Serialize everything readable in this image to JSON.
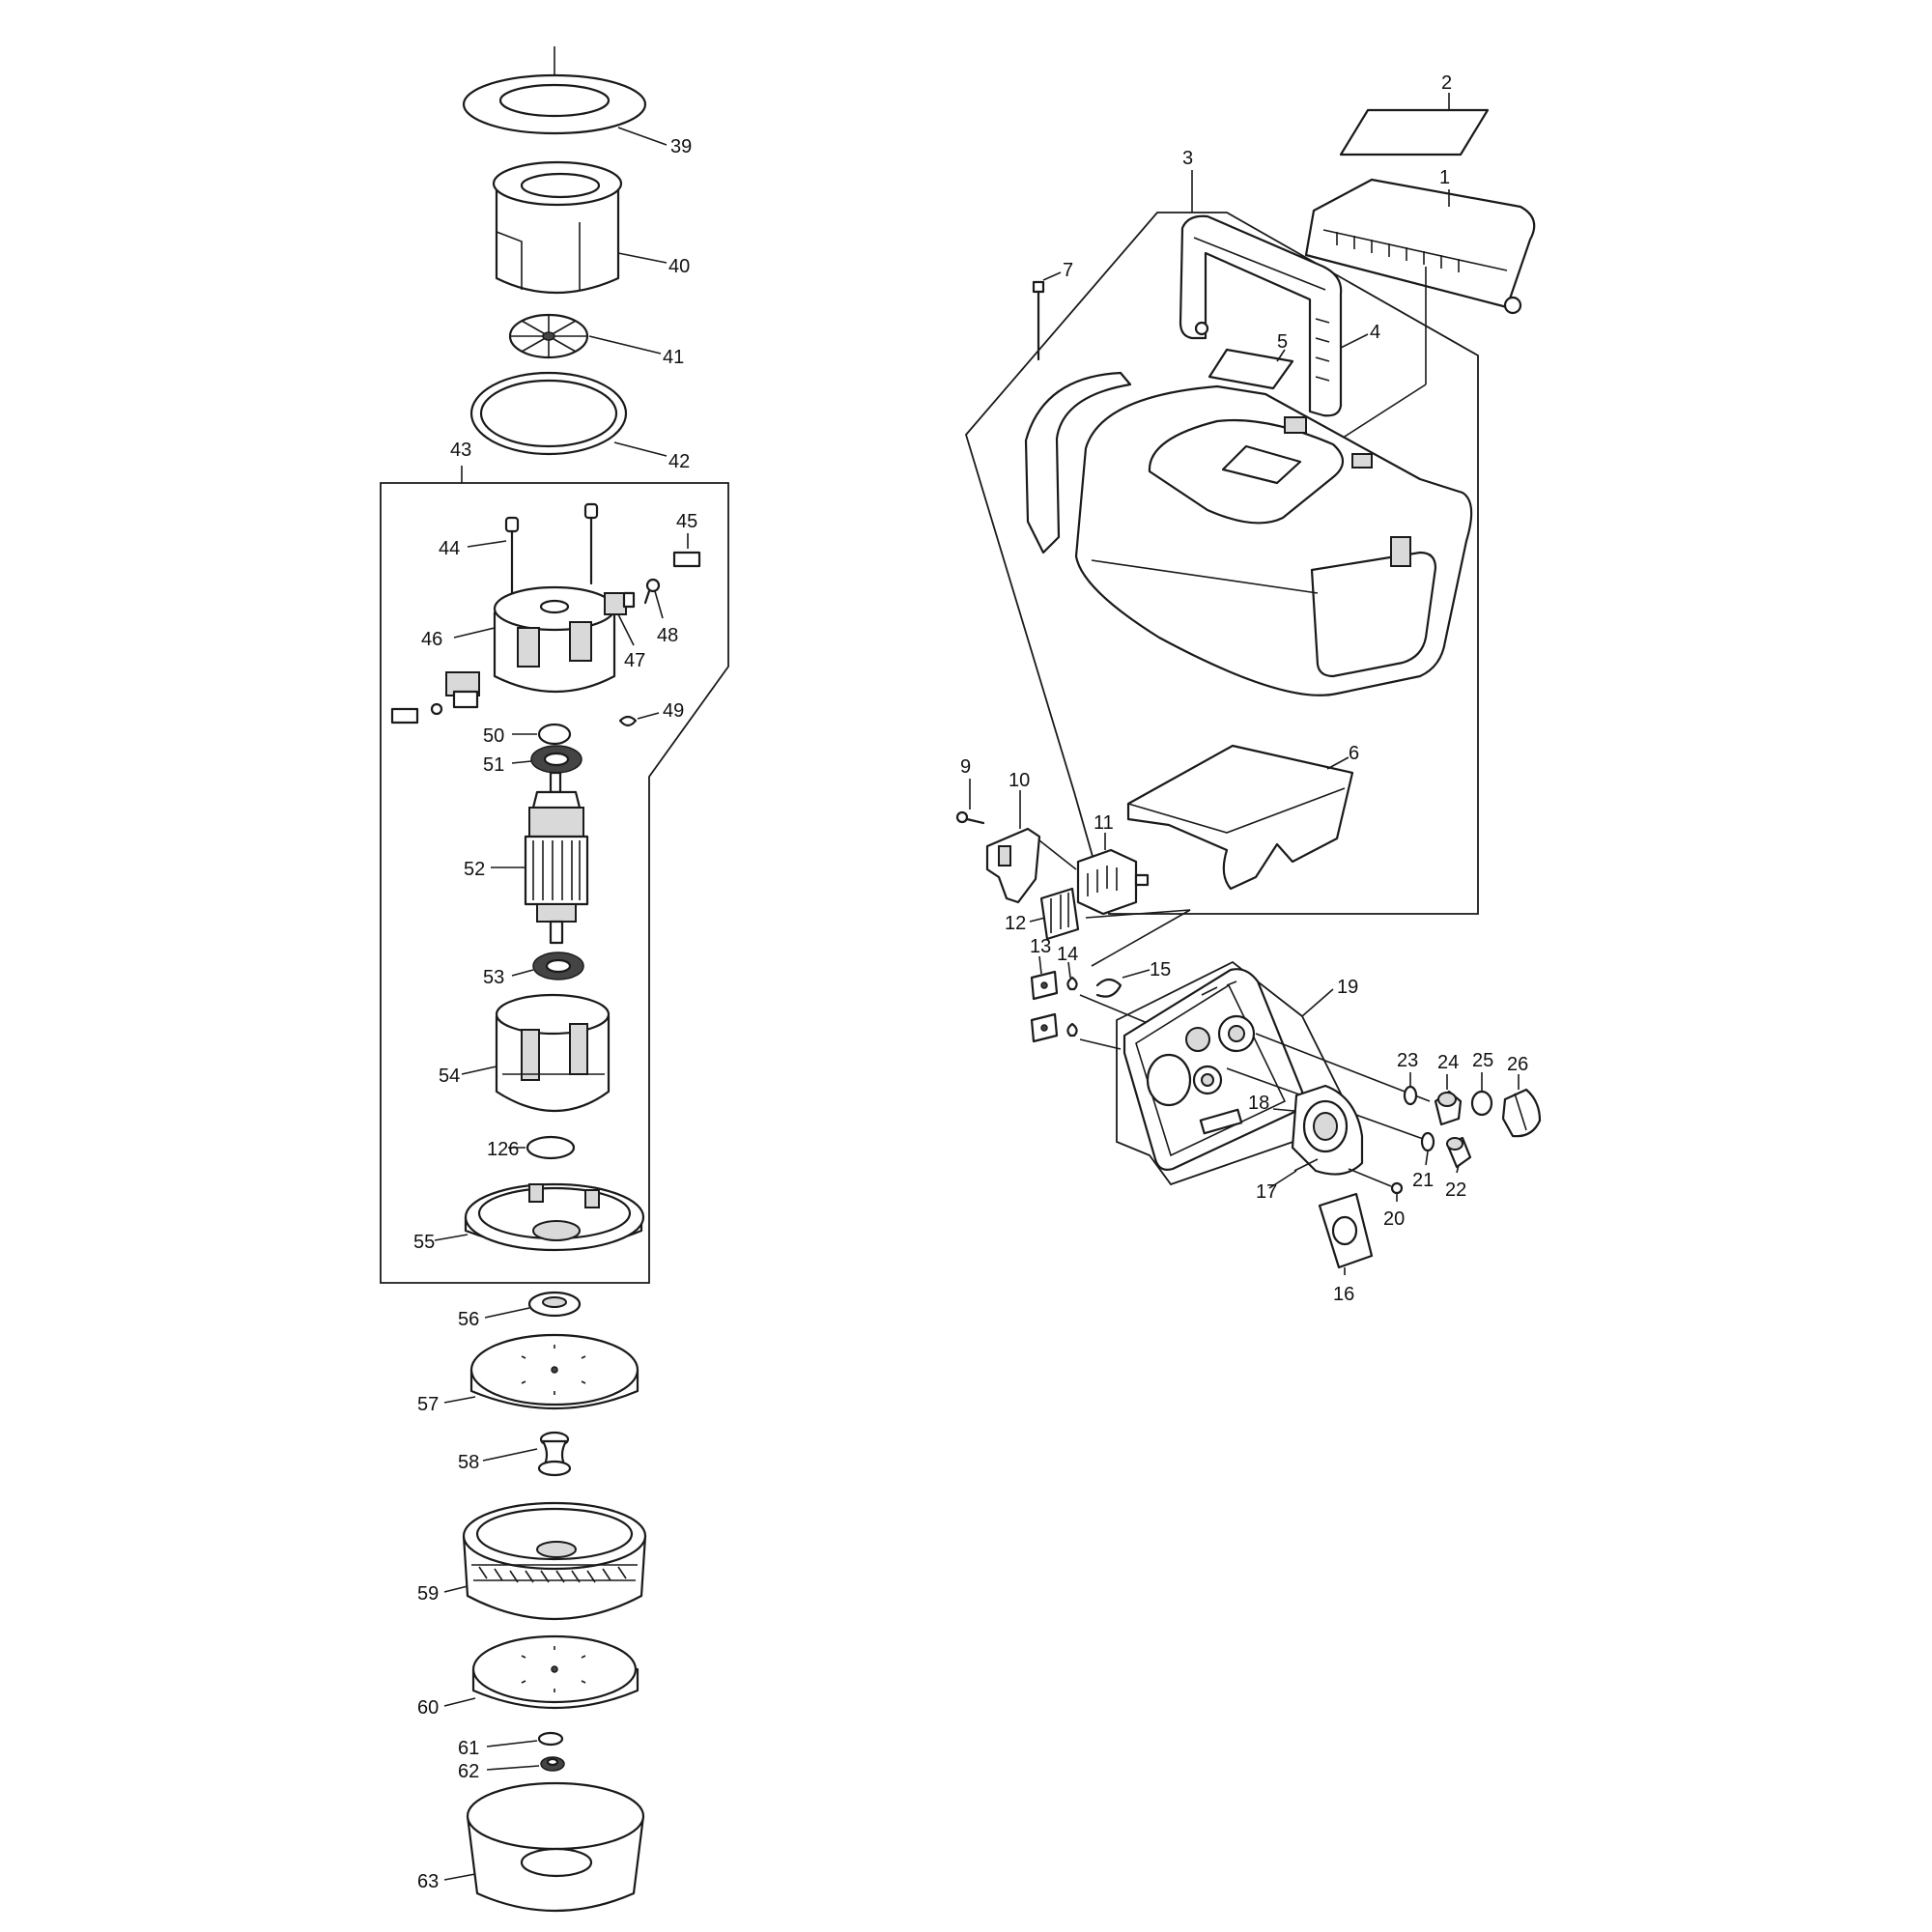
{
  "callouts": {
    "c1": "1",
    "c2": "2",
    "c3": "3",
    "c4": "4",
    "c5": "5",
    "c6": "6",
    "c7": "7",
    "c9": "9",
    "c10": "10",
    "c11": "11",
    "c12": "12",
    "c13": "13",
    "c14": "14",
    "c15": "15",
    "c16": "16",
    "c17": "17",
    "c18": "18",
    "c19": "19",
    "c20": "20",
    "c21": "21",
    "c22": "22",
    "c23": "23",
    "c24": "24",
    "c25": "25",
    "c26": "26",
    "c39": "39",
    "c40": "40",
    "c41": "41",
    "c42": "42",
    "c43": "43",
    "c44": "44",
    "c45": "45",
    "c46": "46",
    "c47": "47",
    "c48": "48",
    "c49": "49",
    "c50": "50",
    "c51": "51",
    "c52": "52",
    "c53": "53",
    "c54": "54",
    "c55": "55",
    "c56": "56",
    "c57": "57",
    "c58": "58",
    "c59": "59",
    "c60": "60",
    "c61": "61",
    "c62": "62",
    "c63": "63",
    "c126": "126"
  }
}
